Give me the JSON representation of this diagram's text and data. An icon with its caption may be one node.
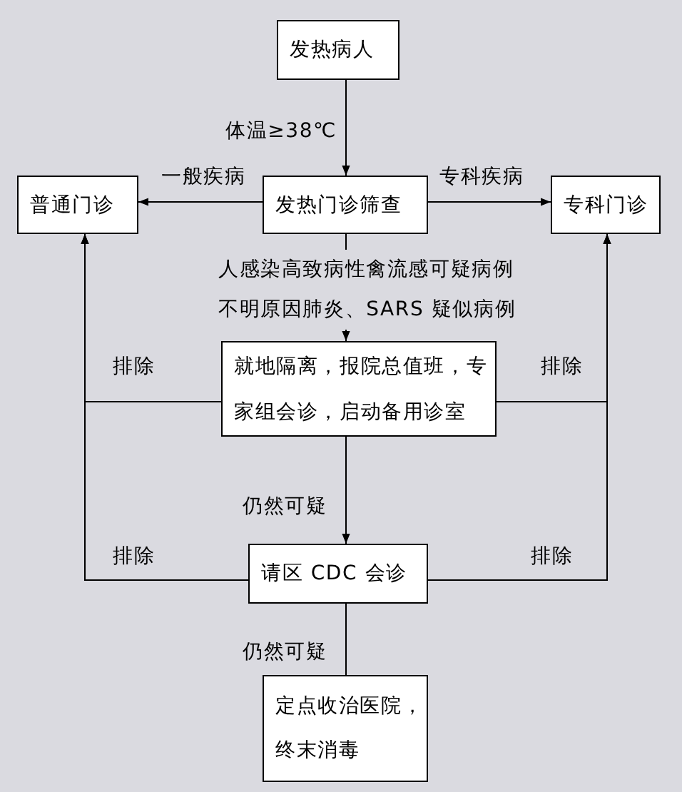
{
  "diagram": {
    "nodes": [
      {
        "text": [
          "发热病人"
        ]
      },
      {
        "text": [
          "普通门诊"
        ]
      },
      {
        "text": [
          "发热门诊筛查"
        ]
      },
      {
        "text": [
          "专科门诊"
        ]
      },
      {
        "text": [
          "就地隔离，报院总值班，专家组会诊，启动备用诊室"
        ]
      },
      {
        "text": [
          "请区 CDC 会诊"
        ]
      },
      {
        "text": [
          "定点收治医院，终末消毒"
        ]
      }
    ],
    "edges": [
      {
        "from": 0,
        "to": 2,
        "arrow": "to",
        "label": "体温≥38℃"
      },
      {
        "from": 2,
        "to": 1,
        "arrow": "to",
        "label": "一般疾病"
      },
      {
        "from": 2,
        "to": 3,
        "arrow": "to",
        "label": "专科疾病"
      },
      {
        "from": 2,
        "to": 4,
        "arrow": "to",
        "label": "人感染高致病性禽流感可疑病例不明原因肺炎、SARS 疑似病例"
      },
      {
        "from": 4,
        "to": 5,
        "arrow": "to",
        "label": "仍然可疑"
      },
      {
        "from": 5,
        "to": 6,
        "arrow": "none",
        "label": "仍然可疑"
      },
      {
        "from": 4,
        "to": 1,
        "arrow": "to",
        "label": "排除"
      },
      {
        "from": 4,
        "to": 3,
        "arrow": "to",
        "label": "排除"
      },
      {
        "from": 5,
        "to": 1,
        "arrow": "to",
        "label": "排除"
      },
      {
        "from": 5,
        "to": 3,
        "arrow": "to",
        "label": "排除"
      }
    ]
  }
}
